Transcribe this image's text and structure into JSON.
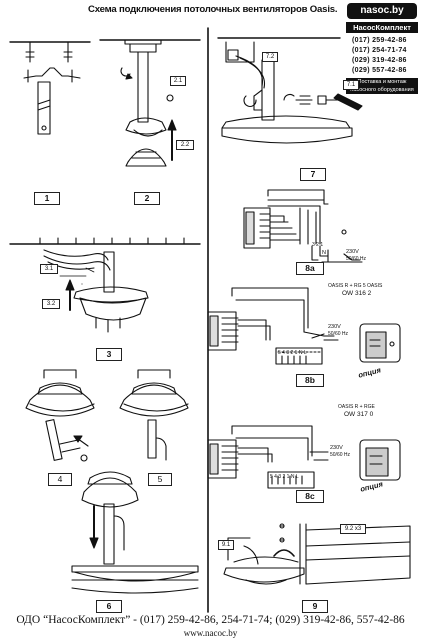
{
  "title": "Схема подключения потолочных вентиляторов Oasis.",
  "logo": {
    "site": "nasoc.by",
    "brand": "НасосКомплект",
    "phones": [
      "(017) 259-42-86",
      "(017) 254-71-74",
      "(029) 319-42-86",
      "(029) 557-42-86"
    ],
    "slogan": "Поставка и монтаж насосного оборудования"
  },
  "steps": {
    "s1": "1",
    "s2": "2",
    "s3": "3",
    "s4": "4",
    "s5": "5",
    "s6": "6",
    "s7": "7",
    "s8a": "8a",
    "s8b": "8b",
    "s8c": "8c",
    "s9": "9"
  },
  "callouts": {
    "c21": "2.1",
    "c22": "2.2",
    "c31": "3.1",
    "c32": "3.2",
    "c71": "7.1",
    "c72": "7.2",
    "c91": "9.1",
    "c92": "9.2 x3"
  },
  "wiring": {
    "voltage": "230V",
    "frequency": "50/60 Hz",
    "n_label": "N",
    "l_label": "L",
    "terminal_labels": "5 4 3 2 1 N L",
    "terminal_nums": "3 2 1",
    "b_header": "OASIS R + RG 5 OASIS",
    "b_model": "OW 316 2",
    "c_header": "OASIS R + RGE",
    "c_model": "OW 317 0",
    "option": "опция"
  },
  "footer": {
    "contacts": "ОДО “НасосКомплект” - (017) 259-42-86, 254-71-74; (029) 319-42-86, 557-42-86",
    "website": "www.nacoc.by"
  }
}
